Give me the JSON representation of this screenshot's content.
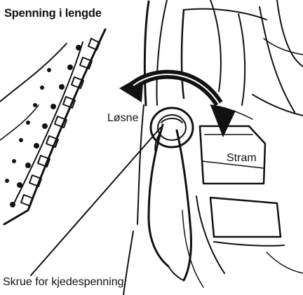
{
  "title": "Spenning i lengde",
  "labels": {
    "loosen": "Løsne",
    "tighten": "Stram",
    "screw": "Skrue for kjedespenning"
  },
  "illustration": {
    "parts": [
      "chain-bar",
      "chainsaw-body",
      "tension-screw",
      "screwdriver",
      "rotation-arrow",
      "pointer-line"
    ],
    "colors": {
      "ink": "#111111",
      "background": "#ffffff"
    }
  }
}
